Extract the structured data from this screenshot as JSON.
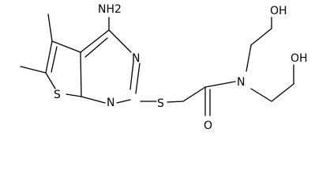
{
  "molecule": {
    "atom_labels": {
      "nh2": "NH2",
      "n_top": "N",
      "n_bottom": "N",
      "s_thiophene": "S",
      "s_thioether": "S",
      "o_carbonyl": "O",
      "n_amide": "N",
      "oh_upper": "OH",
      "oh_lower": "OH"
    }
  },
  "colors": {
    "bond": "#000000",
    "label": "#000000",
    "background": "#ffffff"
  }
}
